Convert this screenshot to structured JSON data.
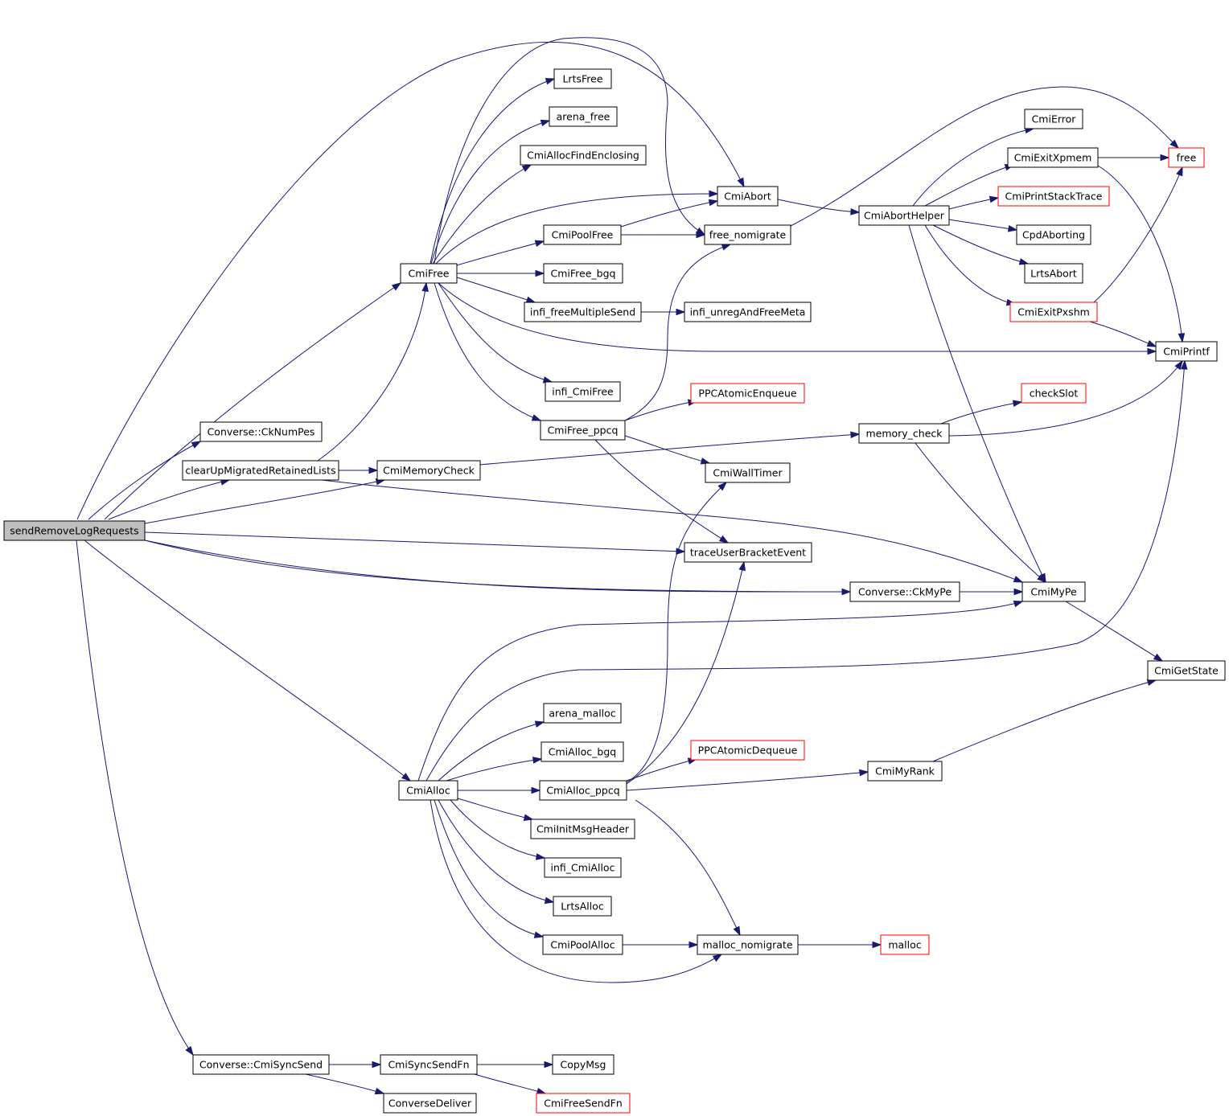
{
  "colors": {
    "edge": "#191970",
    "border_normal": "#000000",
    "border_truncated": "#ff0000",
    "fill_normal": "#ffffff",
    "fill_root": "#bfbfbf"
  },
  "nodes": [
    {
      "id": "sendRemoveLogRequests",
      "label": "sendRemoveLogRequests",
      "style": "root"
    },
    {
      "id": "CmiFree",
      "label": "CmiFree",
      "style": "normal"
    },
    {
      "id": "CmiAbort",
      "label": "CmiAbort",
      "style": "normal"
    },
    {
      "id": "free_nomigrate",
      "label": "free_nomigrate",
      "style": "normal"
    },
    {
      "id": "Converse_CkNumPes",
      "label": "Converse::CkNumPes",
      "style": "normal"
    },
    {
      "id": "clearUpMigratedRetainedLists",
      "label": "clearUpMigratedRetainedLists",
      "style": "normal"
    },
    {
      "id": "CmiMemoryCheck",
      "label": "CmiMemoryCheck",
      "style": "normal"
    },
    {
      "id": "traceUserBracketEvent",
      "label": "traceUserBracketEvent",
      "style": "normal"
    },
    {
      "id": "CmiMyPe",
      "label": "CmiMyPe",
      "style": "normal"
    },
    {
      "id": "Converse_CkMyPe",
      "label": "Converse::CkMyPe",
      "style": "normal"
    },
    {
      "id": "CmiAlloc",
      "label": "CmiAlloc",
      "style": "normal"
    },
    {
      "id": "CmiPrintf",
      "label": "CmiPrintf",
      "style": "normal"
    },
    {
      "id": "malloc_nomigrate",
      "label": "malloc_nomigrate",
      "style": "normal"
    },
    {
      "id": "Converse_CmiSyncSend",
      "label": "Converse::CmiSyncSend",
      "style": "normal"
    },
    {
      "id": "LrtsFree",
      "label": "LrtsFree",
      "style": "normal"
    },
    {
      "id": "arena_free",
      "label": "arena_free",
      "style": "normal"
    },
    {
      "id": "CmiAllocFindEnclosing",
      "label": "CmiAllocFindEnclosing",
      "style": "normal"
    },
    {
      "id": "CmiPoolFree",
      "label": "CmiPoolFree",
      "style": "normal"
    },
    {
      "id": "CmiFree_bgq",
      "label": "CmiFree_bgq",
      "style": "normal"
    },
    {
      "id": "infi_freeMultipleSend",
      "label": "infi_freeMultipleSend",
      "style": "normal"
    },
    {
      "id": "infi_CmiFree",
      "label": "infi_CmiFree",
      "style": "normal"
    },
    {
      "id": "CmiFree_ppcq",
      "label": "CmiFree_ppcq",
      "style": "normal"
    },
    {
      "id": "CmiAbortHelper",
      "label": "CmiAbortHelper",
      "style": "normal"
    },
    {
      "id": "free",
      "label": "free",
      "style": "truncated"
    },
    {
      "id": "CmiError",
      "label": "CmiError",
      "style": "normal"
    },
    {
      "id": "CmiExitXpmem",
      "label": "CmiExitXpmem",
      "style": "normal"
    },
    {
      "id": "CmiPrintStackTrace",
      "label": "CmiPrintStackTrace",
      "style": "truncated"
    },
    {
      "id": "CpdAborting",
      "label": "CpdAborting",
      "style": "normal"
    },
    {
      "id": "LrtsAbort",
      "label": "LrtsAbort",
      "style": "normal"
    },
    {
      "id": "CmiExitPxshm",
      "label": "CmiExitPxshm",
      "style": "truncated"
    },
    {
      "id": "infi_unregAndFreeMeta",
      "label": "infi_unregAndFreeMeta",
      "style": "normal"
    },
    {
      "id": "PPCAtomicEnqueue",
      "label": "PPCAtomicEnqueue",
      "style": "truncated"
    },
    {
      "id": "CmiWallTimer",
      "label": "CmiWallTimer",
      "style": "normal"
    },
    {
      "id": "memory_check",
      "label": "memory_check",
      "style": "normal"
    },
    {
      "id": "checkSlot",
      "label": "checkSlot",
      "style": "truncated"
    },
    {
      "id": "CmiGetState",
      "label": "CmiGetState",
      "style": "normal"
    },
    {
      "id": "arena_malloc",
      "label": "arena_malloc",
      "style": "normal"
    },
    {
      "id": "CmiAlloc_bgq",
      "label": "CmiAlloc_bgq",
      "style": "normal"
    },
    {
      "id": "CmiAlloc_ppcq",
      "label": "CmiAlloc_ppcq",
      "style": "normal"
    },
    {
      "id": "CmiInitMsgHeader",
      "label": "CmiInitMsgHeader",
      "style": "normal"
    },
    {
      "id": "infi_CmiAlloc",
      "label": "infi_CmiAlloc",
      "style": "normal"
    },
    {
      "id": "LrtsAlloc",
      "label": "LrtsAlloc",
      "style": "normal"
    },
    {
      "id": "CmiPoolAlloc",
      "label": "CmiPoolAlloc",
      "style": "normal"
    },
    {
      "id": "PPCAtomicDequeue",
      "label": "PPCAtomicDequeue",
      "style": "truncated"
    },
    {
      "id": "CmiMyRank",
      "label": "CmiMyRank",
      "style": "normal"
    },
    {
      "id": "malloc",
      "label": "malloc",
      "style": "truncated"
    },
    {
      "id": "CmiSyncSendFn",
      "label": "CmiSyncSendFn",
      "style": "normal"
    },
    {
      "id": "ConverseDeliver",
      "label": "ConverseDeliver",
      "style": "normal"
    },
    {
      "id": "CopyMsg",
      "label": "CopyMsg",
      "style": "normal"
    },
    {
      "id": "CmiFreeSendFn",
      "label": "CmiFreeSendFn",
      "style": "truncated"
    }
  ],
  "edges": [
    {
      "from": "sendRemoveLogRequests",
      "to": "CmiFree"
    },
    {
      "from": "sendRemoveLogRequests",
      "to": "CmiAbort"
    },
    {
      "from": "sendRemoveLogRequests",
      "to": "Converse_CkNumPes"
    },
    {
      "from": "sendRemoveLogRequests",
      "to": "clearUpMigratedRetainedLists"
    },
    {
      "from": "sendRemoveLogRequests",
      "to": "CmiMemoryCheck"
    },
    {
      "from": "sendRemoveLogRequests",
      "to": "traceUserBracketEvent"
    },
    {
      "from": "sendRemoveLogRequests",
      "to": "CmiMyPe"
    },
    {
      "from": "sendRemoveLogRequests",
      "to": "Converse_CkMyPe"
    },
    {
      "from": "sendRemoveLogRequests",
      "to": "CmiAlloc"
    },
    {
      "from": "sendRemoveLogRequests",
      "to": "Converse_CmiSyncSend"
    },
    {
      "from": "CmiFree",
      "to": "LrtsFree"
    },
    {
      "from": "CmiFree",
      "to": "arena_free"
    },
    {
      "from": "CmiFree",
      "to": "CmiAllocFindEnclosing"
    },
    {
      "from": "CmiFree",
      "to": "CmiAbort"
    },
    {
      "from": "CmiFree",
      "to": "CmiPoolFree"
    },
    {
      "from": "CmiFree",
      "to": "free_nomigrate"
    },
    {
      "from": "CmiFree",
      "to": "CmiFree_bgq"
    },
    {
      "from": "CmiFree",
      "to": "infi_freeMultipleSend"
    },
    {
      "from": "CmiFree",
      "to": "CmiPrintf"
    },
    {
      "from": "CmiFree",
      "to": "infi_CmiFree"
    },
    {
      "from": "CmiFree",
      "to": "CmiFree_ppcq"
    },
    {
      "from": "clearUpMigratedRetainedLists",
      "to": "CmiFree"
    },
    {
      "from": "clearUpMigratedRetainedLists",
      "to": "CmiMemoryCheck"
    },
    {
      "from": "clearUpMigratedRetainedLists",
      "to": "CmiMyPe"
    },
    {
      "from": "CmiPoolFree",
      "to": "CmiAbort"
    },
    {
      "from": "CmiPoolFree",
      "to": "free_nomigrate"
    },
    {
      "from": "CmiAbort",
      "to": "CmiAbortHelper"
    },
    {
      "from": "free_nomigrate",
      "to": "free"
    },
    {
      "from": "CmiAbortHelper",
      "to": "CmiError"
    },
    {
      "from": "CmiAbortHelper",
      "to": "CmiExitXpmem"
    },
    {
      "from": "CmiAbortHelper",
      "to": "CmiPrintStackTrace"
    },
    {
      "from": "CmiAbortHelper",
      "to": "CpdAborting"
    },
    {
      "from": "CmiAbortHelper",
      "to": "LrtsAbort"
    },
    {
      "from": "CmiAbortHelper",
      "to": "CmiExitPxshm"
    },
    {
      "from": "CmiAbortHelper",
      "to": "CmiMyPe"
    },
    {
      "from": "CmiExitXpmem",
      "to": "free"
    },
    {
      "from": "CmiExitXpmem",
      "to": "CmiPrintf"
    },
    {
      "from": "CmiExitPxshm",
      "to": "free"
    },
    {
      "from": "CmiExitPxshm",
      "to": "CmiPrintf"
    },
    {
      "from": "infi_freeMultipleSend",
      "to": "infi_unregAndFreeMeta"
    },
    {
      "from": "CmiFree_ppcq",
      "to": "free_nomigrate"
    },
    {
      "from": "CmiFree_ppcq",
      "to": "PPCAtomicEnqueue"
    },
    {
      "from": "CmiFree_ppcq",
      "to": "CmiWallTimer"
    },
    {
      "from": "CmiFree_ppcq",
      "to": "traceUserBracketEvent"
    },
    {
      "from": "CmiMemoryCheck",
      "to": "memory_check"
    },
    {
      "from": "memory_check",
      "to": "checkSlot"
    },
    {
      "from": "memory_check",
      "to": "CmiPrintf"
    },
    {
      "from": "memory_check",
      "to": "CmiMyPe"
    },
    {
      "from": "Converse_CkMyPe",
      "to": "CmiMyPe"
    },
    {
      "from": "CmiMyPe",
      "to": "CmiGetState"
    },
    {
      "from": "CmiAlloc",
      "to": "CmiMyPe"
    },
    {
      "from": "CmiAlloc",
      "to": "CmiPrintf"
    },
    {
      "from": "CmiAlloc",
      "to": "arena_malloc"
    },
    {
      "from": "CmiAlloc",
      "to": "CmiAlloc_bgq"
    },
    {
      "from": "CmiAlloc",
      "to": "CmiAlloc_ppcq"
    },
    {
      "from": "CmiAlloc",
      "to": "CmiInitMsgHeader"
    },
    {
      "from": "CmiAlloc",
      "to": "infi_CmiAlloc"
    },
    {
      "from": "CmiAlloc",
      "to": "LrtsAlloc"
    },
    {
      "from": "CmiAlloc",
      "to": "CmiPoolAlloc"
    },
    {
      "from": "CmiAlloc",
      "to": "malloc_nomigrate"
    },
    {
      "from": "CmiAlloc_ppcq",
      "to": "CmiWallTimer"
    },
    {
      "from": "CmiAlloc_ppcq",
      "to": "traceUserBracketEvent"
    },
    {
      "from": "CmiAlloc_ppcq",
      "to": "PPCAtomicDequeue"
    },
    {
      "from": "CmiAlloc_ppcq",
      "to": "CmiMyRank"
    },
    {
      "from": "CmiAlloc_ppcq",
      "to": "malloc_nomigrate"
    },
    {
      "from": "CmiMyRank",
      "to": "CmiGetState"
    },
    {
      "from": "CmiPoolAlloc",
      "to": "malloc_nomigrate"
    },
    {
      "from": "malloc_nomigrate",
      "to": "malloc"
    },
    {
      "from": "Converse_CmiSyncSend",
      "to": "CmiSyncSendFn"
    },
    {
      "from": "Converse_CmiSyncSend",
      "to": "ConverseDeliver"
    },
    {
      "from": "CmiSyncSendFn",
      "to": "CopyMsg"
    },
    {
      "from": "CmiSyncSendFn",
      "to": "CmiFreeSendFn"
    }
  ]
}
